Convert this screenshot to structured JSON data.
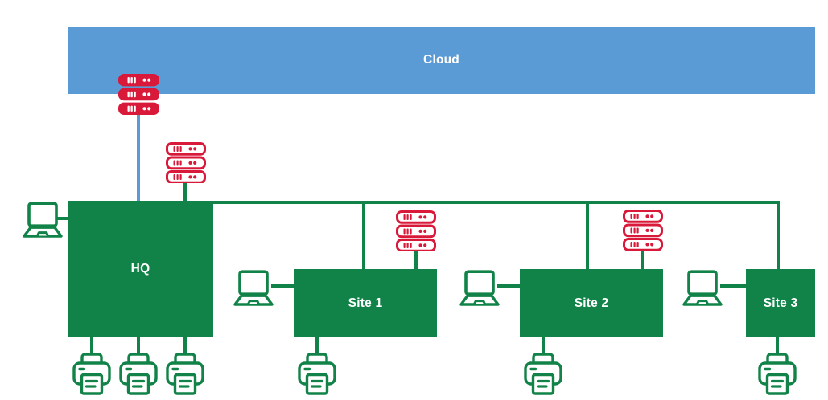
{
  "diagram": {
    "cloud": {
      "label": "Cloud"
    },
    "hq": {
      "label": "HQ"
    },
    "sites": [
      {
        "label": "Site 1"
      },
      {
        "label": "Site 2"
      },
      {
        "label": "Site 3"
      }
    ]
  },
  "colors": {
    "cloud_blue": "#5B9BD5",
    "node_green": "#128348",
    "server_red": "#D8193A",
    "label_text": "#FFFFFF",
    "background": "#FFFFFF"
  },
  "icons": {
    "laptop": "laptop-outline",
    "printer": "printer-outline",
    "server_filled": "server-rack-filled",
    "server_outline": "server-rack-outline"
  }
}
